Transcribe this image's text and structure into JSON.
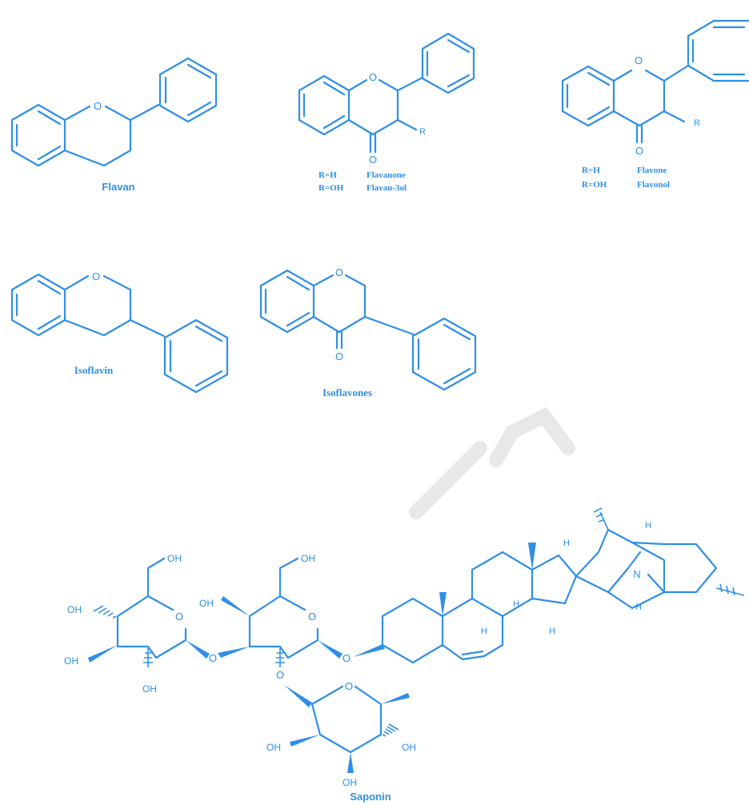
{
  "colors": {
    "ink": "#2f8fe8",
    "watermark": "#e8e8e8"
  },
  "atoms": {
    "O": "O",
    "R": "R",
    "N": "N",
    "H": "H",
    "OH": "OH"
  },
  "structures": {
    "flavan": {
      "name": "Flavan"
    },
    "flavanone": {
      "r1": "R=H",
      "n1": "Flavanone",
      "r2": "R=OH",
      "n2": "Flavan-3ol"
    },
    "flavone": {
      "r1": "R=H",
      "n1": "Flavone",
      "r2": "R=OH",
      "n2": "Flavonol"
    },
    "isoflavin": {
      "name": "Isoflavin"
    },
    "isoflavones": {
      "name": "Isoflavones"
    },
    "saponin": {
      "name": "Saponin"
    }
  }
}
